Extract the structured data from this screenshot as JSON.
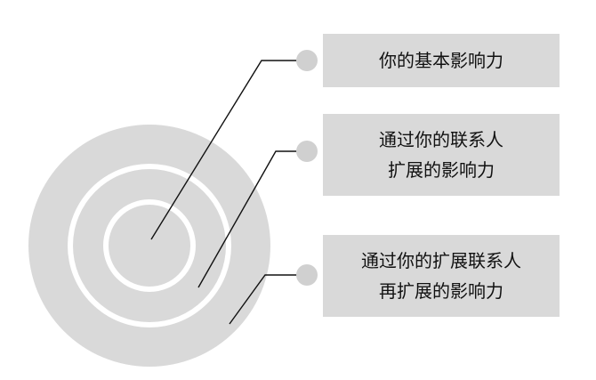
{
  "colors": {
    "background": "#ffffff",
    "ring": "#d9d9d9",
    "ring_gap": "#ffffff",
    "box_fill": "#d9d9d9",
    "dot": "#d0d0d0",
    "line": "#111111",
    "text": "#111111"
  },
  "labels": [
    {
      "text": "你的基本影响力"
    },
    {
      "text": "通过你的联系人\n扩展的影响力"
    },
    {
      "text": "通过你的扩展联系人\n再扩展的影响力"
    }
  ]
}
